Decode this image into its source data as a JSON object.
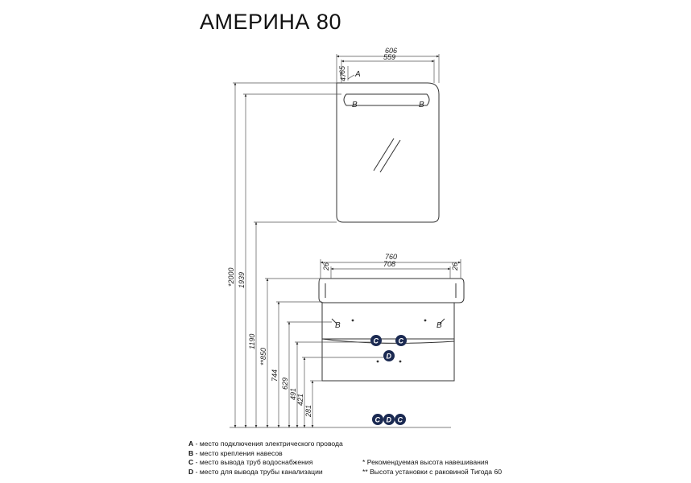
{
  "title": "АМЕРИНА 80",
  "mirror": {
    "width_outer": "606",
    "width_inner": "559",
    "dim_65": "65",
    "dim_47": "47",
    "label_a": "A",
    "label_b_left": "B",
    "label_b_right": "B"
  },
  "vanity": {
    "width_outer": "760",
    "width_inner": "708",
    "side_left": "26",
    "side_right": "26",
    "label_b_left": "B",
    "label_b_right": "B",
    "circle_c1": "C",
    "circle_c2": "C",
    "circle_d": "D"
  },
  "floor_markers": [
    "C",
    "D",
    "C"
  ],
  "heights": [
    "*2000",
    "1939",
    "1190",
    "**850",
    "744",
    "629",
    "491",
    "421",
    "281"
  ],
  "legend": {
    "a": {
      "key": "A",
      "text": " - место подключения электрического провода"
    },
    "b": {
      "key": "B",
      "text": " - место крепления навесов"
    },
    "c": {
      "key": "C",
      "text": " - место вывода труб водоснабжения"
    },
    "d": {
      "key": "D",
      "text": " - место для вывода трубы канализации"
    },
    "note1": "* Рекомендуемая высота навешивания",
    "note2": "** Высота установки с раковиной Тигода 60"
  }
}
